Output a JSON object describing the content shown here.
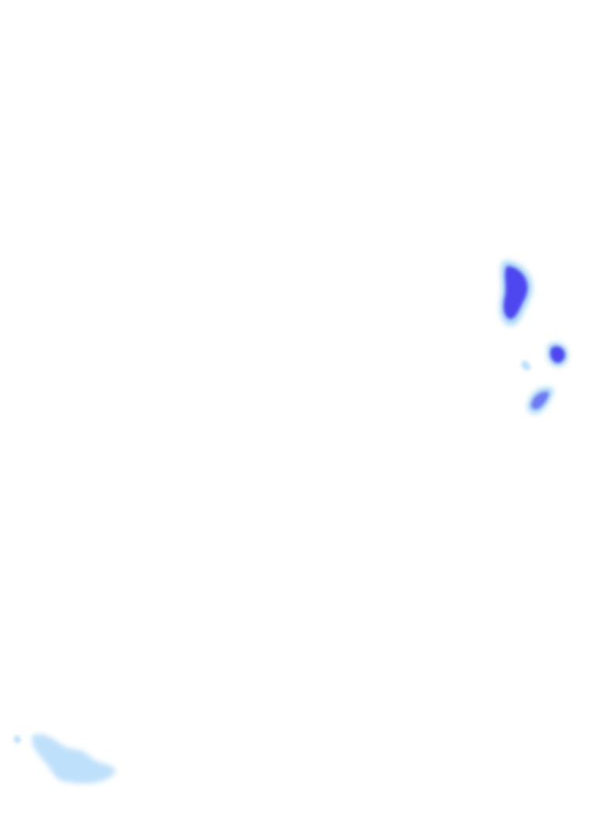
{
  "map": {
    "layer": "precipitation-radar-overlay",
    "background_color": "#ffffff",
    "intensity_colors": {
      "heavy": "#4a3ff0",
      "moderate": "#6a74f2",
      "light": "#a8d6f8",
      "halo": "#9fd2f7"
    },
    "cells": [
      {
        "id": "cell-1",
        "intensity": "heavy"
      },
      {
        "id": "cell-2",
        "intensity": "heavy"
      },
      {
        "id": "cell-3",
        "intensity": "moderate"
      },
      {
        "id": "cell-4",
        "intensity": "light"
      },
      {
        "id": "cell-5",
        "intensity": "light"
      }
    ]
  }
}
